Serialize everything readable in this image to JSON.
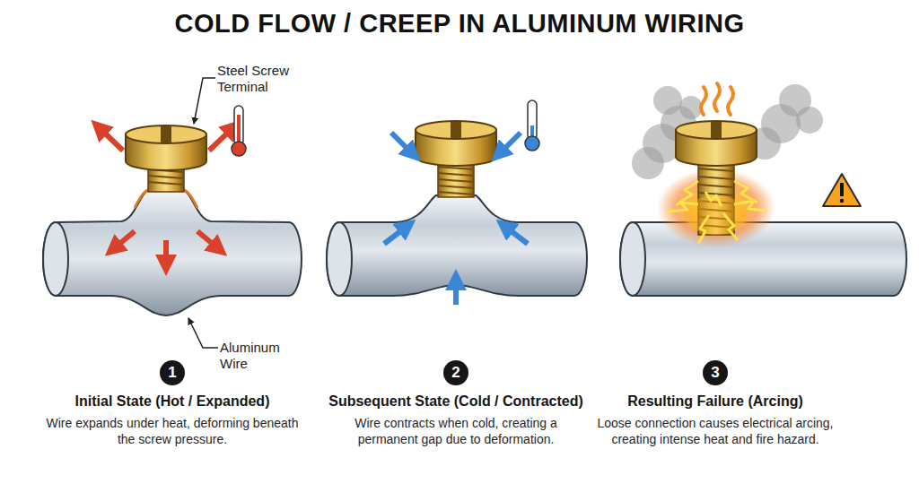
{
  "diagram": {
    "title": "COLD FLOW / CREEP IN ALUMINUM WIRING",
    "nodes": [
      {
        "text": [
          "1",
          "Initial State (Hot / Expanded)",
          "Wire expands under heat, deforming beneath the screw pressure."
        ]
      },
      {
        "text": [
          "2",
          "Subsequent State (Cold / Contracted)",
          "Wire contracts when cold, creating a permanent gap due to deformation."
        ]
      },
      {
        "text": [
          "3",
          "Resulting Failure (Arcing)",
          "Loose connection causes electrical arcing, creating intense heat and fire hazard."
        ]
      }
    ],
    "labels": [
      "Steel Screw Terminal",
      "Aluminum Wire"
    ]
  }
}
